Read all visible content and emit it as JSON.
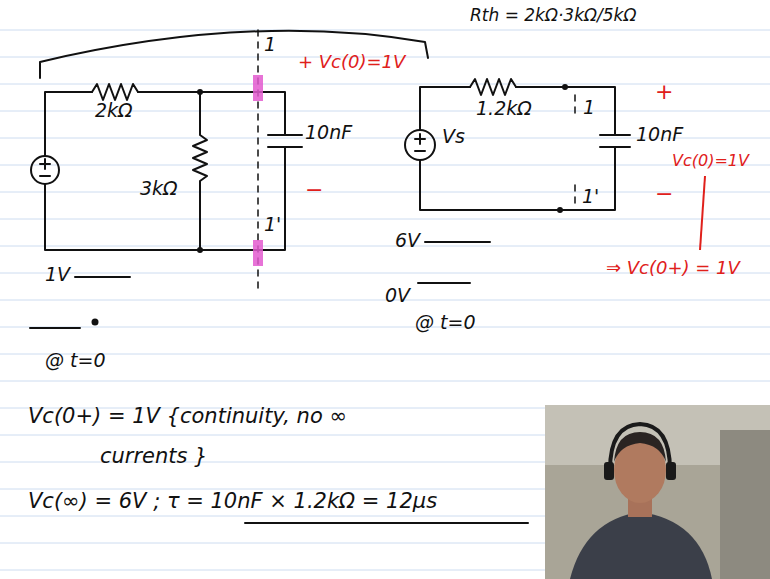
{
  "diagram": {
    "labels": [
      "Rth = 2kΩ·3kΩ/5kΩ",
      "2kΩ",
      "3kΩ",
      "10nF",
      "+ Vc(0)=1V",
      "−",
      "1",
      "1'",
      "1V",
      "@ t=0",
      "1.2kΩ",
      "Vs",
      "10nF",
      "1",
      "1'",
      "+",
      "Vc(0)=1V",
      "−",
      "⇒ Vc(0+) = 1V",
      "6V",
      "0V",
      "@ t=0",
      "Vc(0+) = 1V {continuity, no ∞",
      "currents }",
      "Vc(∞) = 6V ; τ = 10nF × 1.2kΩ = 12µs"
    ]
  }
}
